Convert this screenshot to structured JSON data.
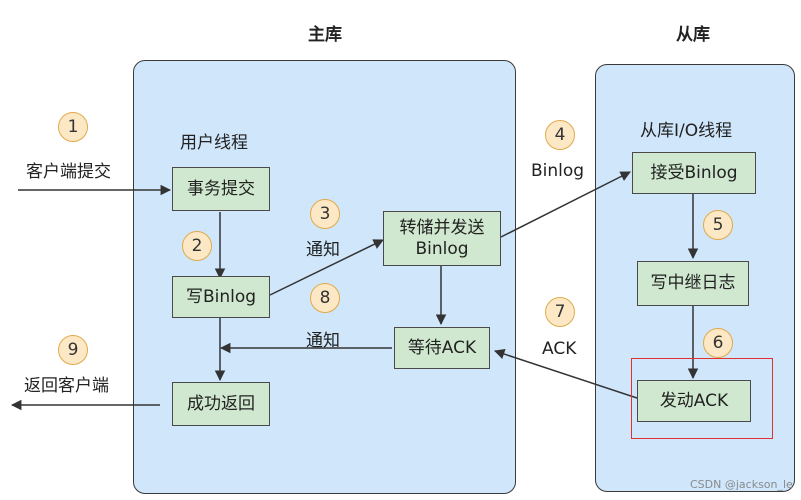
{
  "master": {
    "title": "主库",
    "thread_label": "用户线程"
  },
  "slave": {
    "title": "从库",
    "thread_label": "从库I/O线程"
  },
  "nodes": {
    "txn_commit": "事务提交",
    "write_binlog": "写Binlog",
    "dump_binlog": "转储并发送\nBinlog",
    "wait_ack": "等待ACK",
    "success_return": "成功返回",
    "receive_binlog": "接受Binlog",
    "write_relay_log": "写中继日志",
    "send_ack": "发动ACK"
  },
  "edge_labels": {
    "client_commit": "客户端提交",
    "return_client": "返回客户端",
    "notify_1": "通知",
    "notify_2": "通知",
    "binlog": "Binlog",
    "ack": "ACK"
  },
  "steps": [
    "1",
    "2",
    "3",
    "4",
    "5",
    "6",
    "7",
    "8",
    "9"
  ],
  "colors": {
    "panel_fill": "#cfe6fb",
    "node_fill": "#cfe8cf",
    "badge_fill": "#fde8c6",
    "badge_border": "#e1a94c",
    "highlight": "#e03030"
  },
  "watermark": "CSDN @jackson_le"
}
